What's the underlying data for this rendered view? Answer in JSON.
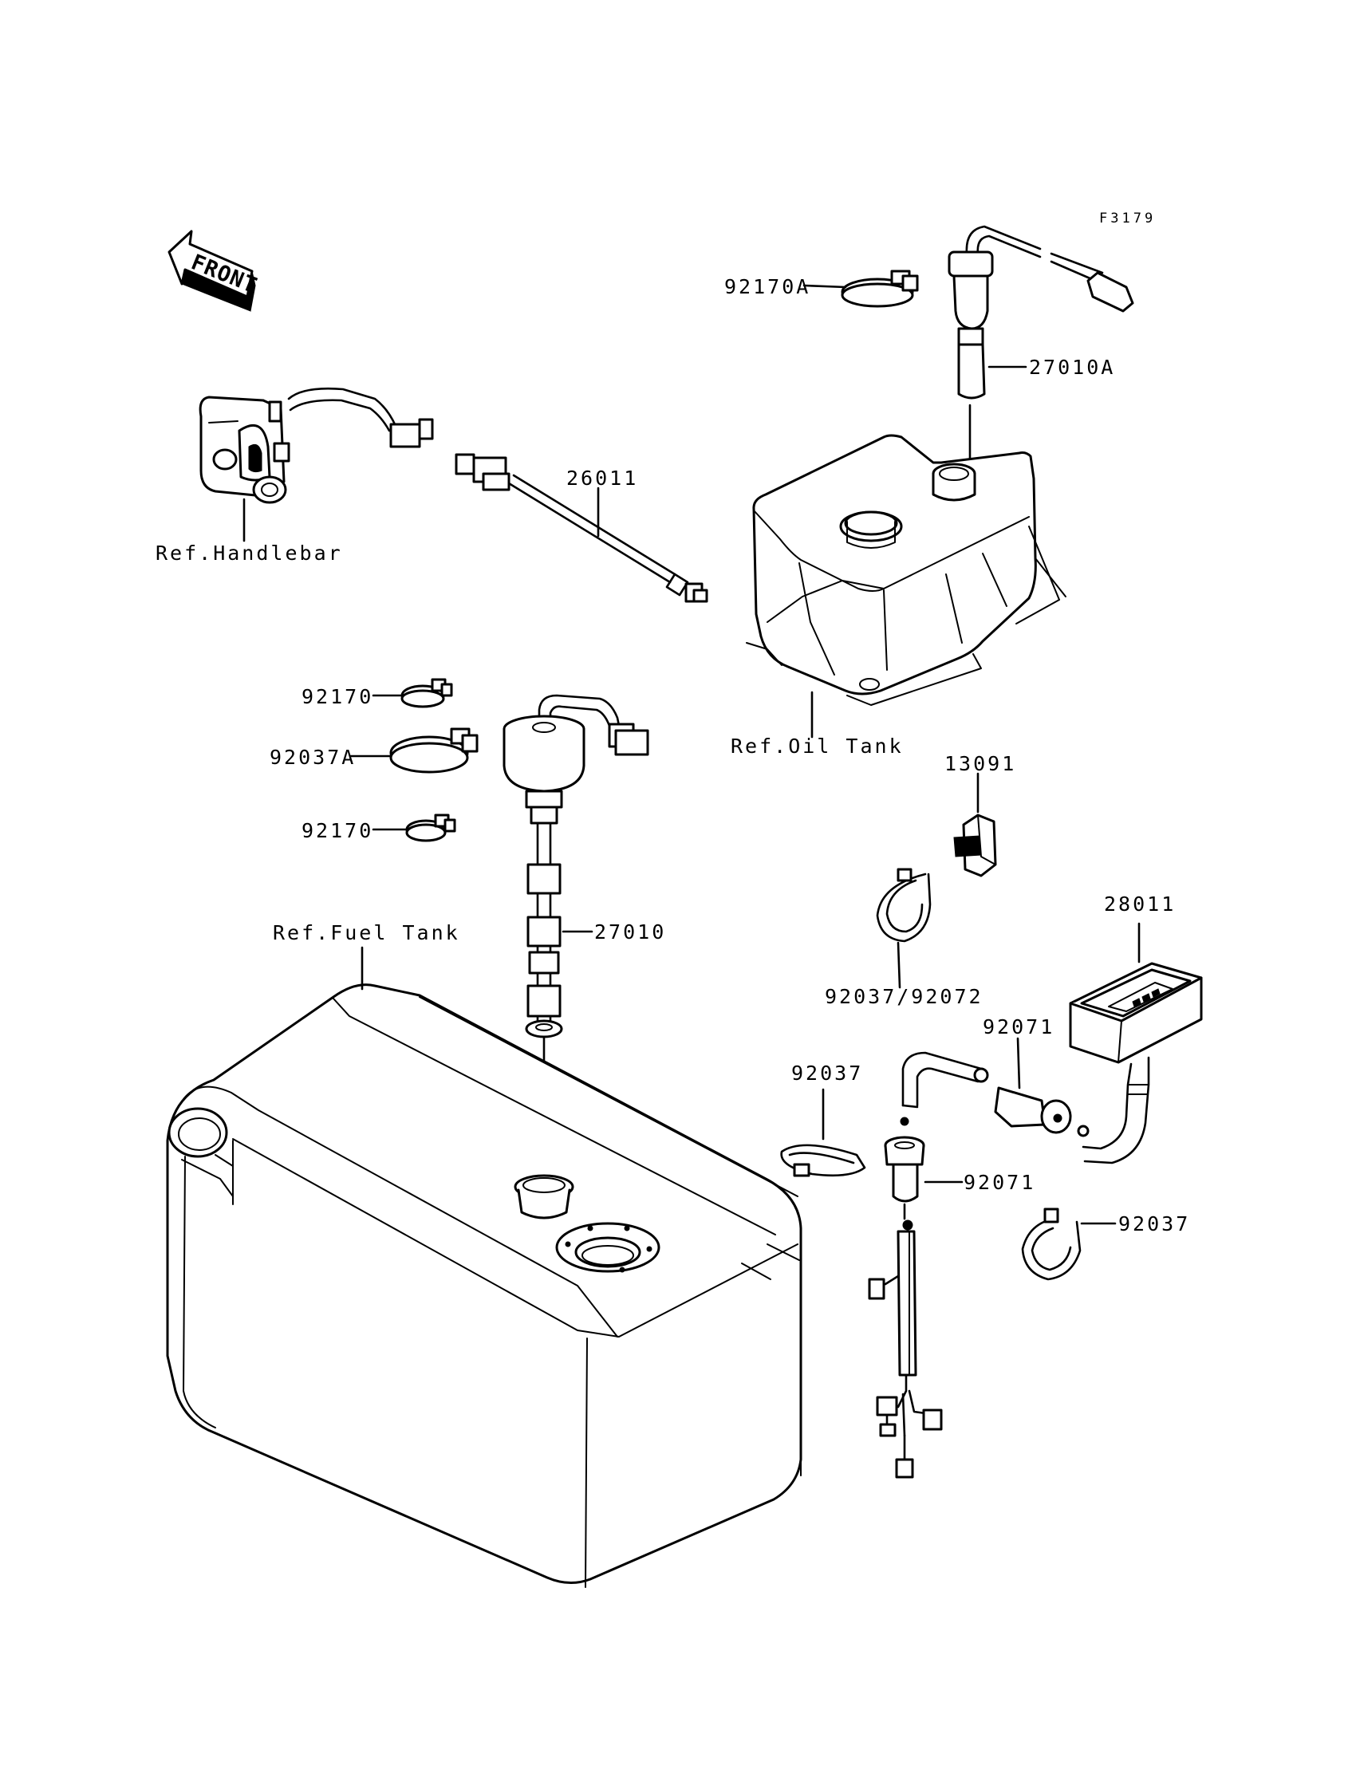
{
  "diagram_id": "F3179",
  "front_label": "FRONT",
  "callouts": {
    "p92170A": "92170A",
    "p27010A": "27010A",
    "p26011": "26011",
    "ref_handlebar": "Ref.Handlebar",
    "ref_oil_tank": "Ref.Oil Tank",
    "p92170_upper": "92170",
    "p92037A": "92037A",
    "p92170_lower": "92170",
    "p13091": "13091",
    "ref_fuel_tank": "Ref.Fuel Tank",
    "p27010": "27010",
    "p92037_92072": "92037/92072",
    "p28011": "28011",
    "p92071_upper": "92071",
    "p92037_left": "92037",
    "p92071_lower": "92071",
    "p92037_right": "92037"
  },
  "colors": {
    "ink": "#000000",
    "paper": "#ffffff"
  }
}
